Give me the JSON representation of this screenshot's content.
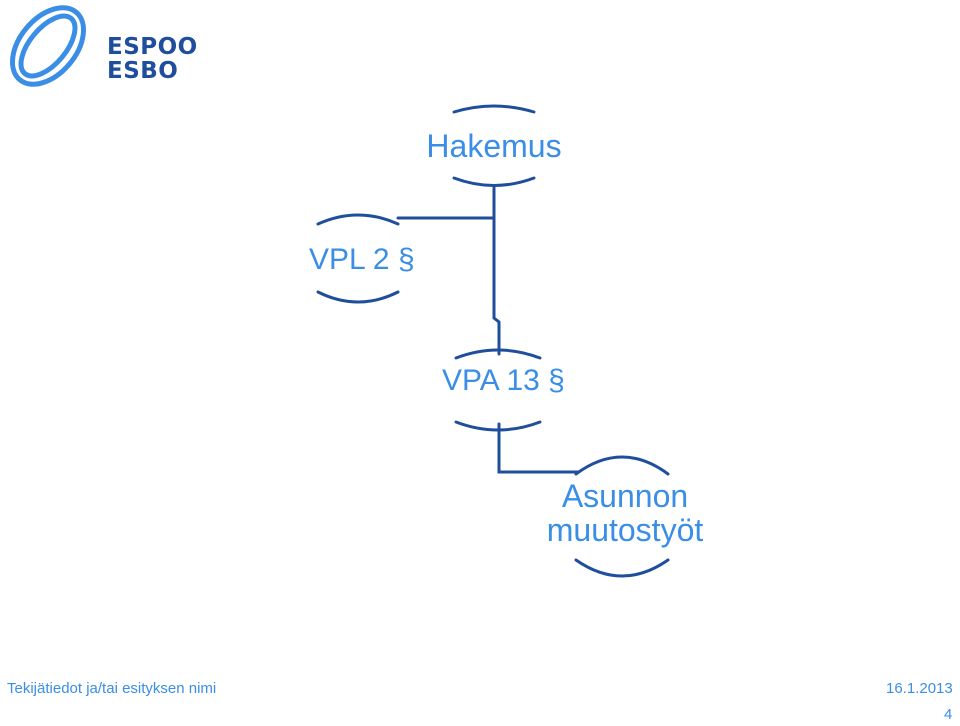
{
  "logo": {
    "line1": "ESPOO",
    "line2": "ESBO",
    "color": "#1f4e9c",
    "accent": "#3a8ee6"
  },
  "nodes": {
    "hakemus": "Hakemus",
    "vpl": "VPL 2 §",
    "vpa": "VPA 13 §",
    "asunnon_line1": "Asunnon",
    "asunnon_line2": "muutostyöt"
  },
  "footer": {
    "author": "Tekijätiedot ja/tai esityksen nimi",
    "date": "16.1.2013",
    "page": "4"
  }
}
